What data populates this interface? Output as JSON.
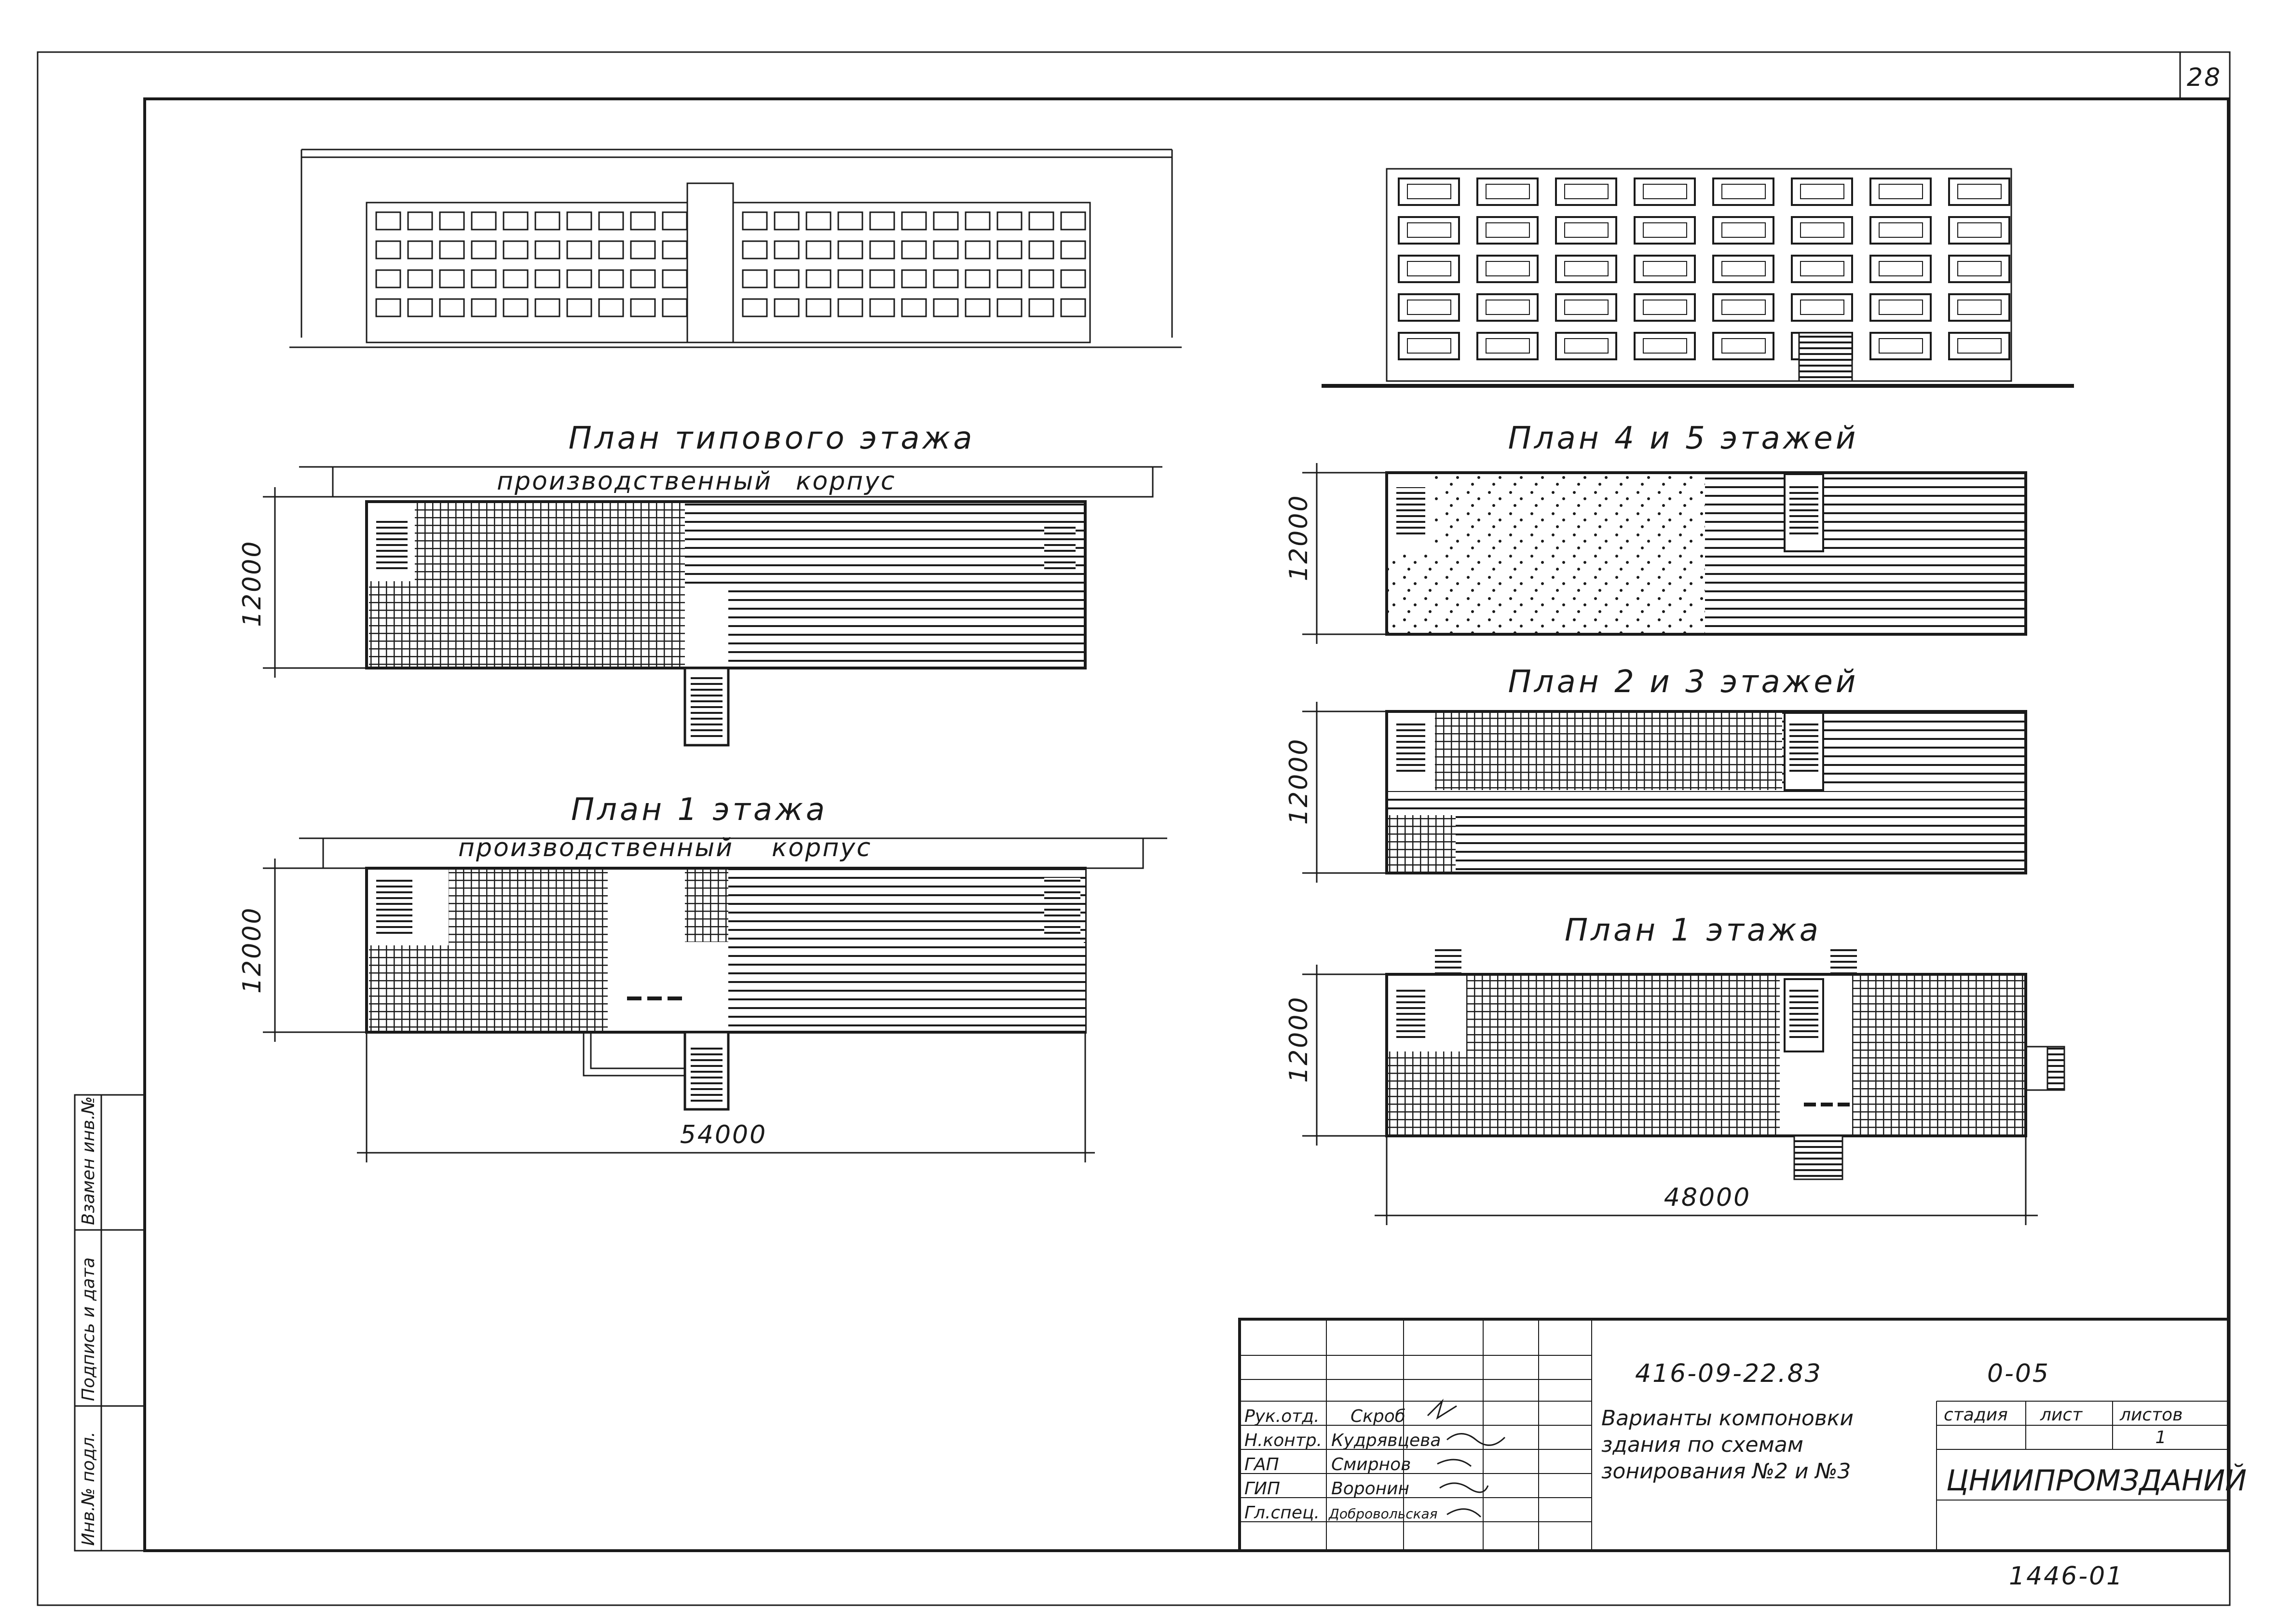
{
  "sheet": {
    "page_number": "28",
    "side_stamp": {
      "inv_orig": "Инв.№ подл.",
      "sign_date": "Подпись и дата",
      "replace_inv": "Взамен инв.№"
    }
  },
  "left": {
    "plan_typical": {
      "title": "План типового этажа",
      "subtitle_left": "производственный",
      "subtitle_right": "корпус",
      "dim_height": "12000"
    },
    "plan_first": {
      "title": "План 1 этажа",
      "subtitle_left": "производственный",
      "subtitle_right": "корпус",
      "dim_height": "12000",
      "dim_width": "54000"
    }
  },
  "right": {
    "plan_45": {
      "title": "План 4 и 5 этажей",
      "dim_height": "12000"
    },
    "plan_23": {
      "title": "План 2 и 3 этажей",
      "dim_height": "12000"
    },
    "plan_1": {
      "title": "План 1 этажа",
      "dim_height": "12000",
      "dim_width": "48000"
    }
  },
  "title_block": {
    "doc_code": "416-09-22.83",
    "sheet_code": "0-05",
    "title_lines": [
      "Варианты компоновки",
      "здания по схемам",
      "зонирования №2 и №3"
    ],
    "stage_label": "стадия",
    "sheet_label": "лист",
    "sheets_label": "листов",
    "sheets_value": "1",
    "org": "ЦНИИПРОМЗДАНИЙ",
    "inventory": "1446-01",
    "signers": [
      {
        "role": "Рук.отд.",
        "name": "Скроб"
      },
      {
        "role": "Н.контр.",
        "name": "Кудрявцева"
      },
      {
        "role": "ГАП",
        "name": "Смирнов"
      },
      {
        "role": "ГИП",
        "name": "Воронин"
      },
      {
        "role": "Гл.спец.",
        "name": "Добровольская"
      }
    ]
  }
}
